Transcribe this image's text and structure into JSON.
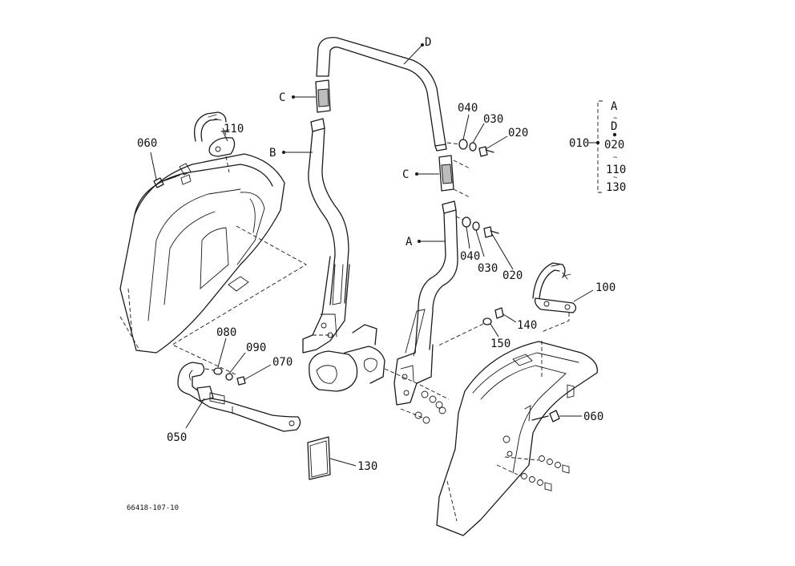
{
  "callouts": {
    "A": "A",
    "B": "B",
    "C_upper": "C",
    "C_lower": "C",
    "D": "D",
    "p020_upper": "020",
    "p030_upper": "030",
    "p040_upper": "040",
    "p020_lower": "020",
    "p030_lower": "030",
    "p040_lower": "040",
    "p050": "050",
    "p060_left": "060",
    "p060_right": "060",
    "p070": "070",
    "p080": "080",
    "p090": "090",
    "p100": "100",
    "p110": "110",
    "p130": "130",
    "p140": "140",
    "p150": "150"
  },
  "assembly_legend": {
    "assembly": "010",
    "items": [
      "A",
      "D",
      "020",
      "110",
      "130"
    ]
  },
  "drawing_number": "66418-107-10"
}
